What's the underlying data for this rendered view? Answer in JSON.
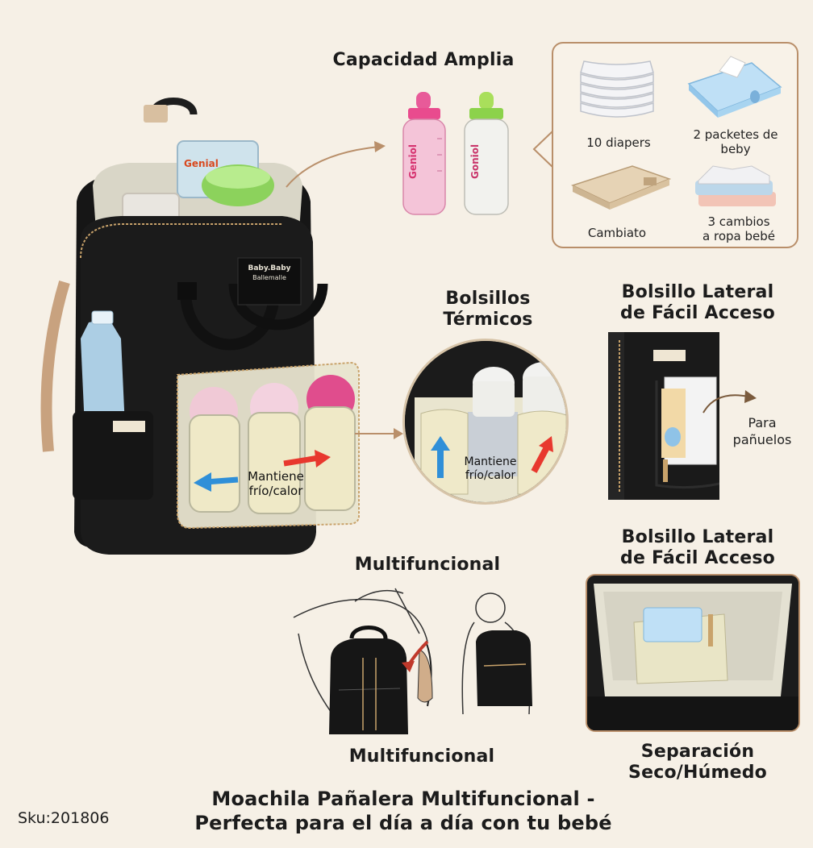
{
  "headings": {
    "capacity": "Capacidad Amplia",
    "thermal_line1": "Bolsillos",
    "thermal_line2": "Térmicos",
    "side1_line1": "Bolsillo Lateral",
    "side1_line2": "de Fácil Acceso",
    "side2_line1": "Bolsillo Lateral",
    "side2_line2": "de Fácil Acceso",
    "multi_top": "Multifuncional",
    "multi_bottom": "Multifuncional",
    "separation_line1": "Separación",
    "separation_line2": "Seco/Húmedo"
  },
  "capacity_items": {
    "diapers": "10 diapers",
    "wipes_line1": "2 packetes de",
    "wipes_line2": "beby",
    "changer": "Cambiato",
    "clothes_line1": "3 cambios",
    "clothes_line2": "a ropa bebé"
  },
  "thermal_labels": {
    "main_line1": "Mantiene",
    "main_line2": "frío/calor",
    "zoom_line1": "Mantiene",
    "zoom_line2": "frío/calor"
  },
  "side_note": {
    "line1": "Para",
    "line2": "pañuelos"
  },
  "product_marks": {
    "bag_tag_line1": "Baby.Baby",
    "bag_tag_line2": "Ballemalle",
    "bottle_brand_pink": "Geniol",
    "bottle_brand_green": "Goniol",
    "cup_brand": "Genial"
  },
  "footer": {
    "sku": "Sku:201806",
    "title_line1": "Moachila Pañalera Multifuncional -",
    "title_line2": "Perfecta para el día a día con tu bebé"
  },
  "colors": {
    "background": "#f6f0e6",
    "accent": "#b98f6a",
    "bag": "#1b1b1b",
    "arrow_hot": "#e8382e",
    "arrow_cold": "#2f8fd8"
  }
}
